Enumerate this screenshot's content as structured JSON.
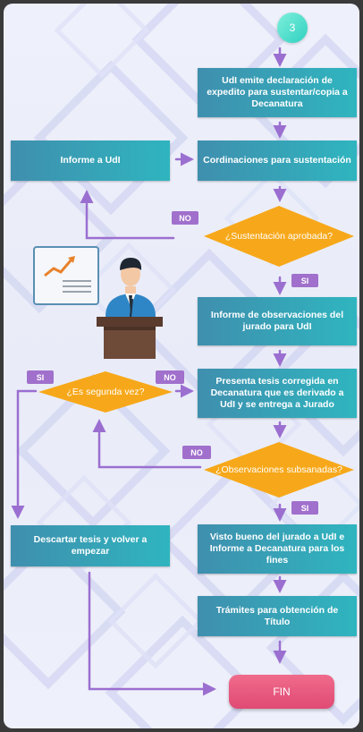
{
  "step_number": "3",
  "boxes": {
    "udi_emite": "UdI emite declaración de expedito para sustentar/copia a Decanatura",
    "coordinaciones": "Cordinaciones para sustentación",
    "informe_udi": "Informe a UdI",
    "informe_observaciones": "Informe de observaciones del jurado para UdI",
    "presenta_tesis": "Presenta tesis corregida en Decanatura que es derivado a UdI y se entrega a Jurado",
    "descartar": "Descartar tesis y volver a empezar",
    "visto_bueno": "Visto bueno del jurado a UdI e Informe a Decanatura para los fines",
    "tramites": "Trámites para obtención de Título"
  },
  "decisions": {
    "sustentacion": "¿Sustentación aprobada?",
    "segunda_vez": "¿Es segunda vez?",
    "subsanadas": "¿Observaciones subsanadas?"
  },
  "tags": {
    "no_sustentacion": "NO",
    "si_sustentacion": "SI",
    "si_segunda": "SI",
    "no_segunda": "NO",
    "no_subsanadas": "NO",
    "si_subsanadas": "SI"
  },
  "end_label": "FIN",
  "colors": {
    "box": "#3a9bb5",
    "decision": "#f7a81a",
    "tag": "#a070cc",
    "arrow": "#9b6fd0",
    "end": "#e8577d",
    "step": "#46dcc8"
  },
  "illustration": [
    "presenter-figure",
    "podium",
    "chart-board"
  ]
}
